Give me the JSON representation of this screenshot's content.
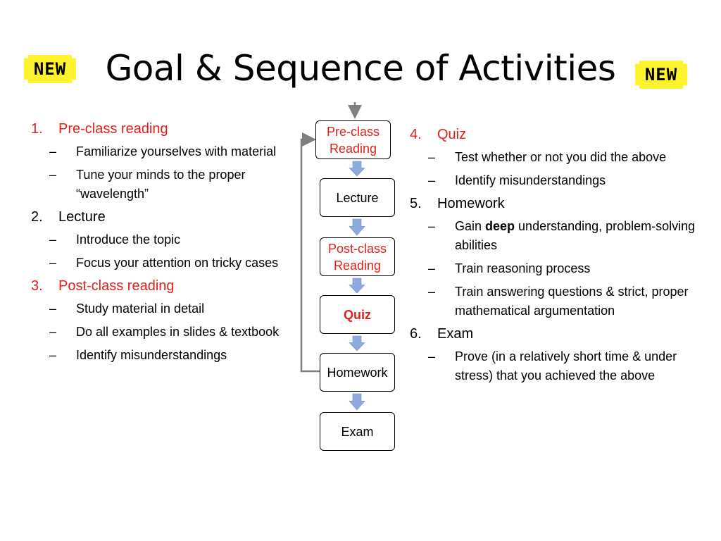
{
  "title": "Goal & Sequence of Activities",
  "badges": {
    "left": "NEW",
    "right": "NEW"
  },
  "left_items": [
    {
      "num": "1.",
      "label": "Pre-class reading",
      "color": "#e0201b",
      "subs": [
        "Familiarize yourselves with material",
        "Tune your minds to the proper “wavelength”"
      ]
    },
    {
      "num": "2.",
      "label": "Lecture",
      "color": "#000000",
      "subs": [
        "Introduce the topic",
        "Focus your attention on tricky cases"
      ]
    },
    {
      "num": "3.",
      "label": "Post-class reading",
      "color": "#e0201b",
      "subs": [
        "Study material in detail",
        "Do all examples in slides & textbook",
        "Identify misunderstandings"
      ]
    }
  ],
  "right_items": [
    {
      "num": "4.",
      "label": "Quiz",
      "color": "#e0201b",
      "subs": [
        "Test whether or not you did the above",
        "Identify misunderstandings"
      ]
    },
    {
      "num": "5.",
      "label": "Homework",
      "color": "#000000",
      "subs": [
        {
          "before": "Gain ",
          "bold": "deep",
          "after": " understanding, problem-solving abilities"
        },
        "Train reasoning process",
        "Train answering questions & strict, proper mathematical argumentation"
      ]
    },
    {
      "num": "6.",
      "label": "Exam",
      "color": "#000000",
      "subs": [
        "Prove (in a relatively short time & under stress) that you achieved the above"
      ]
    }
  ],
  "flow": {
    "boxes": [
      {
        "line1": "Pre-class",
        "line2": "Reading",
        "style": "red"
      },
      {
        "line1": "Lecture",
        "line2": "",
        "style": "normal"
      },
      {
        "line1": "Post-class",
        "line2": "Reading",
        "style": "red"
      },
      {
        "line1": "Quiz",
        "line2": "",
        "style": "bold-red"
      },
      {
        "line1": "Homework",
        "line2": "",
        "style": "normal"
      },
      {
        "line1": "Exam",
        "line2": "",
        "style": "normal"
      }
    ],
    "arrow_color": "#8faadc",
    "loop_color": "#7f7f7f"
  },
  "colors": {
    "accent_red": "#e0201b",
    "badge_yellow": "#fff22e"
  }
}
